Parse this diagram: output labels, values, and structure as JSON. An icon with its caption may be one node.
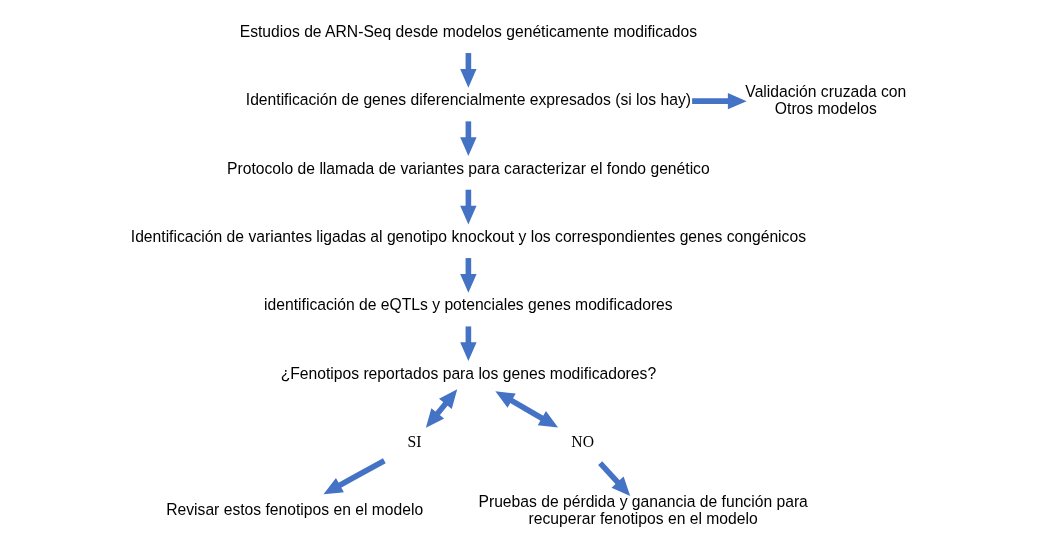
{
  "diagram": {
    "nodes": [
      {
        "text": [
          "Estudios de ARN-Seq desde modelos genéticamente modificados"
        ]
      },
      {
        "text": [
          "Identificación de genes diferencialmente expresados (si los hay)"
        ]
      },
      {
        "text": [
          "Validación cruzada con Otros modelos"
        ]
      },
      {
        "text": [
          "Protocolo de llamada de variantes para caracterizar el fondo genético"
        ]
      },
      {
        "text": [
          "Identificación de variantes ligadas al genotipo knockout y los correspondientes genes congénicos"
        ]
      },
      {
        "text": [
          "identificación de eQTLs y potenciales genes modificadores"
        ]
      },
      {
        "text": [
          "¿Fenotipos reportados para los genes modificadores?"
        ]
      },
      {
        "text": [
          "SI"
        ]
      },
      {
        "text": [
          "NO"
        ]
      },
      {
        "text": [
          "Revisar estos fenotipos en el modelo"
        ]
      },
      {
        "text": [
          "Pruebas de pérdida y ganancia de función para recuperar fenotipos en el modelo"
        ]
      }
    ],
    "edges": [
      {
        "from": 0,
        "to": 1,
        "arrow": "to"
      },
      {
        "from": 1,
        "to": 2,
        "arrow": "to"
      },
      {
        "from": 1,
        "to": 3,
        "arrow": "to"
      },
      {
        "from": 3,
        "to": 4,
        "arrow": "to"
      },
      {
        "from": 4,
        "to": 5,
        "arrow": "to"
      },
      {
        "from": 5,
        "to": 6,
        "arrow": "to"
      },
      {
        "from": 6,
        "to": 7,
        "arrow": "both"
      },
      {
        "from": 6,
        "to": 8,
        "arrow": "both"
      },
      {
        "from": 7,
        "to": 9,
        "arrow": "to"
      },
      {
        "from": 8,
        "to": 10,
        "arrow": "to"
      }
    ]
  }
}
